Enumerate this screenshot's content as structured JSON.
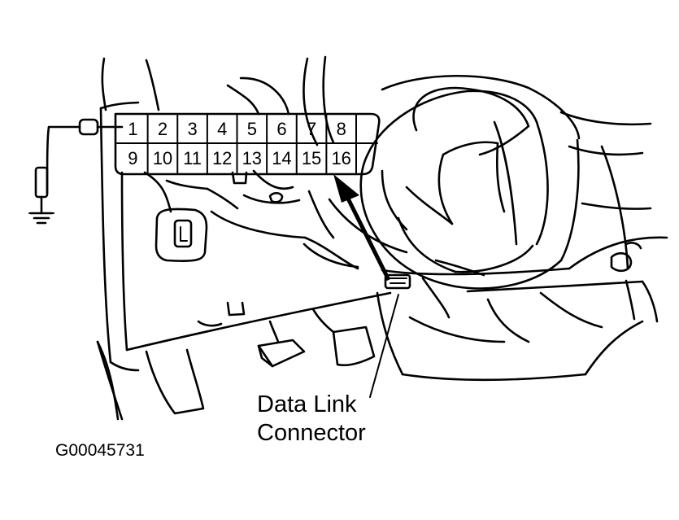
{
  "diagram": {
    "connector_pins_top": [
      "1",
      "2",
      "3",
      "4",
      "5",
      "6",
      "7",
      "8"
    ],
    "connector_pins_bottom": [
      "9",
      "10",
      "11",
      "12",
      "13",
      "14",
      "15",
      "16"
    ],
    "callout_line1": "Data Link",
    "callout_line2": "Connector",
    "figure_id": "G00045731"
  }
}
